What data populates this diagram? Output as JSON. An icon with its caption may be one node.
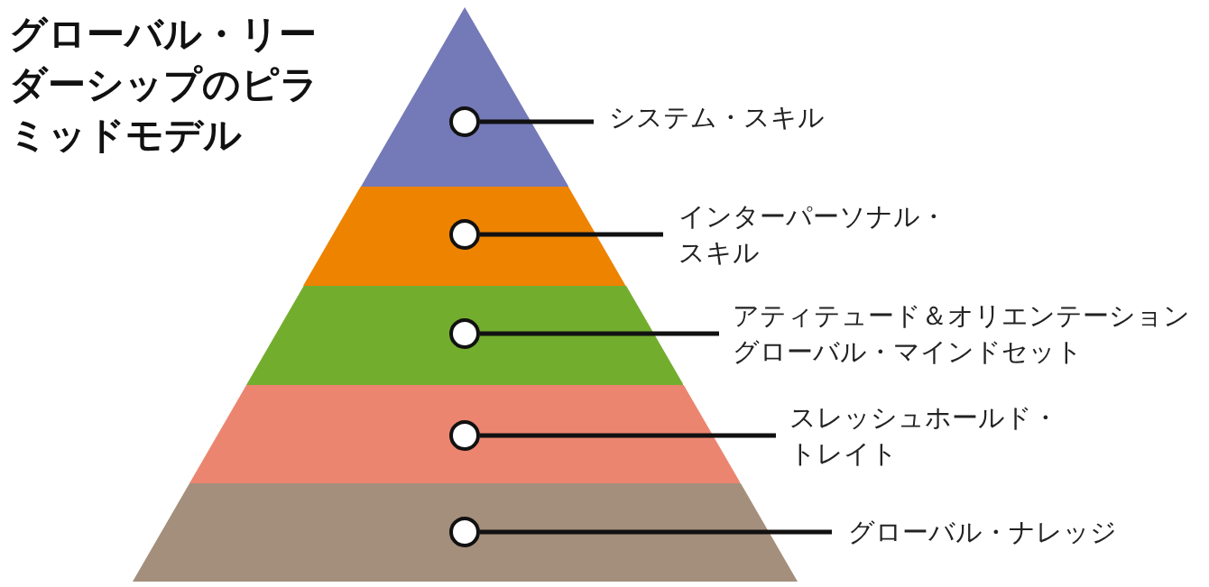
{
  "diagram": {
    "title": "グローバル・リーダーシップのピラミッドモデル",
    "nodes": [
      {
        "text": [],
        "shape": "triangle"
      },
      {
        "text": [],
        "shape": "circle",
        "in": 0
      },
      {
        "text": [
          "システム・スキル"
        ]
      },
      {
        "text": [],
        "shape": "trapezoid"
      },
      {
        "text": [],
        "shape": "circle",
        "in": 3
      },
      {
        "text": [
          "インターパーソナル・スキル"
        ]
      },
      {
        "text": [],
        "shape": "trapezoid"
      },
      {
        "text": [],
        "shape": "circle",
        "in": 6
      },
      {
        "text": [
          "アティテュード＆オリエンテーション",
          "グローバル・マインドセット"
        ]
      },
      {
        "text": [],
        "shape": "trapezoid"
      },
      {
        "text": [],
        "shape": "circle",
        "in": 9
      },
      {
        "text": [
          "スレッシュホールド・トレイト"
        ]
      },
      {
        "text": [],
        "shape": "trapezoid"
      },
      {
        "text": [],
        "shape": "circle",
        "in": 12
      },
      {
        "text": [
          "グローバル・ナレッジ"
        ]
      }
    ],
    "edges": [
      {
        "from": 2,
        "to": 1,
        "arrow": "none"
      },
      {
        "from": 5,
        "to": 4,
        "arrow": "none"
      },
      {
        "from": 8,
        "to": 7,
        "arrow": "none"
      },
      {
        "from": 11,
        "to": 10,
        "arrow": "none"
      },
      {
        "from": 14,
        "to": 13,
        "arrow": "none"
      }
    ]
  }
}
